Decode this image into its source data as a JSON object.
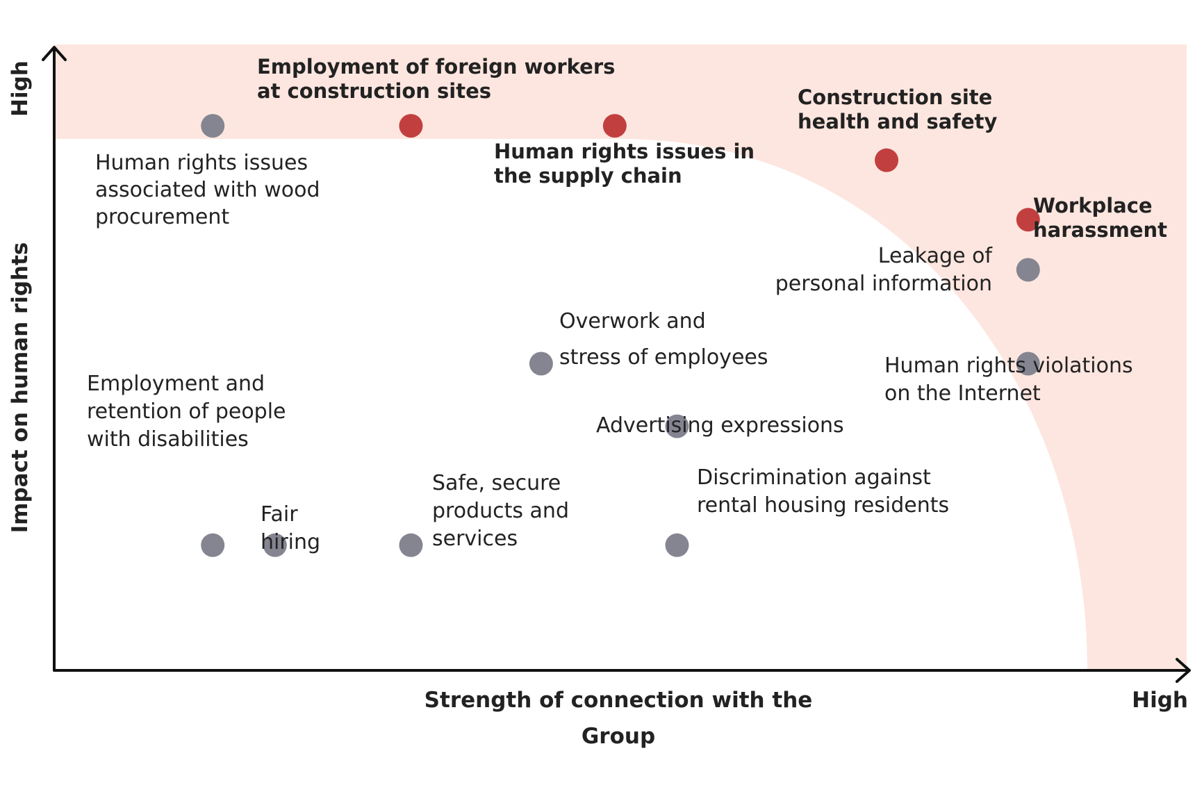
{
  "colors": {
    "background": "#ffffff",
    "priority_zone": "#fde6df",
    "priority_point": "#c1403f",
    "other_point": "#848591",
    "axis": "#111111",
    "text": "#222222"
  },
  "chart_data": {
    "type": "scatter",
    "title": "",
    "xlabel_lines": [
      "Strength of connection with the",
      "Group"
    ],
    "x_high_label": "High",
    "ylabel": "Impact on human rights",
    "y_high_label": "High",
    "xlim": [
      0,
      100
    ],
    "ylim": [
      0,
      100
    ],
    "grid": false,
    "legend": "none",
    "points": [
      {
        "label_lines": [
          "Human rights issues",
          "associated with wood",
          "procurement"
        ],
        "x": 14,
        "y": 87,
        "priority": false
      },
      {
        "label_lines": [
          "Employment of foreign workers",
          "at construction sites"
        ],
        "x": 31.5,
        "y": 87,
        "priority": true
      },
      {
        "label_lines": [
          "Human rights issues in",
          "the supply chain"
        ],
        "x": 49.5,
        "y": 87,
        "priority": true
      },
      {
        "label_lines": [
          "Construction site",
          "health and safety"
        ],
        "x": 73.5,
        "y": 81.5,
        "priority": true
      },
      {
        "label_lines": [
          "Workplace",
          "harassment"
        ],
        "x": 86,
        "y": 72,
        "priority": true
      },
      {
        "label_lines": [
          "Leakage of",
          "personal information"
        ],
        "x": 86,
        "y": 64,
        "priority": false
      },
      {
        "label_lines": [
          "Overwork and",
          "stress of employees"
        ],
        "x": 43,
        "y": 49,
        "priority": false
      },
      {
        "label_lines": [
          "Human rights violations",
          "on the Internet"
        ],
        "x": 86,
        "y": 49,
        "priority": false
      },
      {
        "label_lines": [
          "Advertising expressions"
        ],
        "x": 55,
        "y": 39,
        "priority": false
      },
      {
        "label_lines": [
          "Employment and",
          "retention of people",
          "with disabilities"
        ],
        "x": 14,
        "y": 20,
        "priority": false
      },
      {
        "label_lines": [
          "Fair",
          "hiring"
        ],
        "x": 19.5,
        "y": 20,
        "priority": false
      },
      {
        "label_lines": [
          "Safe, secure",
          "products and",
          "services"
        ],
        "x": 31.5,
        "y": 20,
        "priority": false
      },
      {
        "label_lines": [
          "Discrimination against",
          "rental housing residents"
        ],
        "x": 55,
        "y": 20,
        "priority": false
      }
    ]
  }
}
